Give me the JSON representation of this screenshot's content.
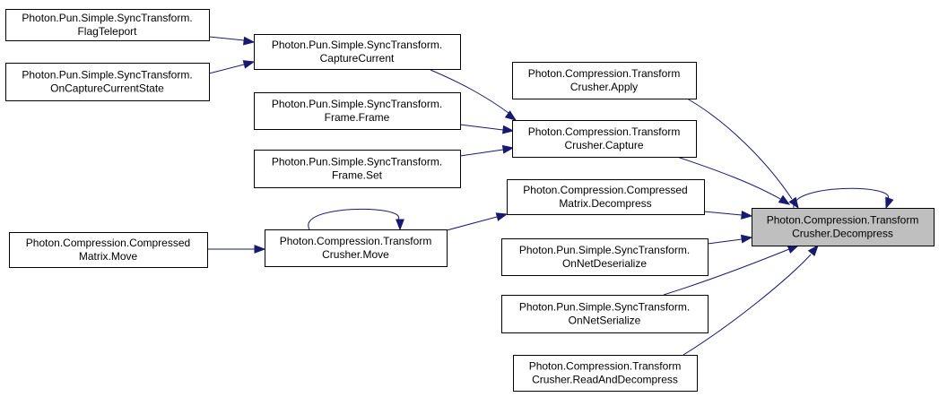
{
  "diagram": {
    "colors": {
      "edge": "#191970",
      "node_fill": "#ffffff",
      "focus_fill": "#bfbfbf",
      "border": "#000000"
    },
    "nodes": [
      {
        "id": "flagteleport",
        "lines": [
          "Photon.Pun.Simple.SyncTransform.",
          "FlagTeleport"
        ]
      },
      {
        "id": "capturecurrent",
        "lines": [
          "Photon.Pun.Simple.SyncTransform.",
          "CaptureCurrent"
        ]
      },
      {
        "id": "oncapturecurrentstate",
        "lines": [
          "Photon.Pun.Simple.SyncTransform.",
          "OnCaptureCurrentState"
        ]
      },
      {
        "id": "frame-frame",
        "lines": [
          "Photon.Pun.Simple.SyncTransform.",
          "Frame.Frame"
        ]
      },
      {
        "id": "frame-set",
        "lines": [
          "Photon.Pun.Simple.SyncTransform.",
          "Frame.Set"
        ]
      },
      {
        "id": "compressed-move",
        "lines": [
          "Photon.Compression.Compressed",
          "Matrix.Move"
        ]
      },
      {
        "id": "transform-move",
        "lines": [
          "Photon.Compression.Transform",
          "Crusher.Move"
        ]
      },
      {
        "id": "apply",
        "lines": [
          "Photon.Compression.Transform",
          "Crusher.Apply"
        ]
      },
      {
        "id": "capture",
        "lines": [
          "Photon.Compression.Transform",
          "Crusher.Capture"
        ]
      },
      {
        "id": "compressed-decompress",
        "lines": [
          "Photon.Compression.Compressed",
          "Matrix.Decompress"
        ]
      },
      {
        "id": "onnetdeserialize",
        "lines": [
          "Photon.Pun.Simple.SyncTransform.",
          "OnNetDeserialize"
        ]
      },
      {
        "id": "onnetserialize",
        "lines": [
          "Photon.Pun.Simple.SyncTransform.",
          "OnNetSerialize"
        ]
      },
      {
        "id": "readanddecompress",
        "lines": [
          "Photon.Compression.Transform",
          "Crusher.ReadAndDecompress"
        ]
      },
      {
        "id": "decompress",
        "focus": true,
        "lines": [
          "Photon.Compression.Transform",
          "Crusher.Decompress"
        ]
      }
    ],
    "edges": [
      {
        "from": "flagteleport",
        "to": "capturecurrent"
      },
      {
        "from": "oncapturecurrentstate",
        "to": "capturecurrent"
      },
      {
        "from": "capturecurrent",
        "to": "capture"
      },
      {
        "from": "frame-frame",
        "to": "capture"
      },
      {
        "from": "frame-set",
        "to": "capture"
      },
      {
        "from": "compressed-move",
        "to": "transform-move"
      },
      {
        "from": "transform-move",
        "to": "transform-move"
      },
      {
        "from": "transform-move",
        "to": "compressed-decompress"
      },
      {
        "from": "apply",
        "to": "decompress"
      },
      {
        "from": "capture",
        "to": "decompress"
      },
      {
        "from": "compressed-decompress",
        "to": "decompress"
      },
      {
        "from": "onnetdeserialize",
        "to": "decompress"
      },
      {
        "from": "onnetserialize",
        "to": "decompress"
      },
      {
        "from": "readanddecompress",
        "to": "decompress"
      },
      {
        "from": "decompress",
        "to": "decompress"
      }
    ]
  }
}
